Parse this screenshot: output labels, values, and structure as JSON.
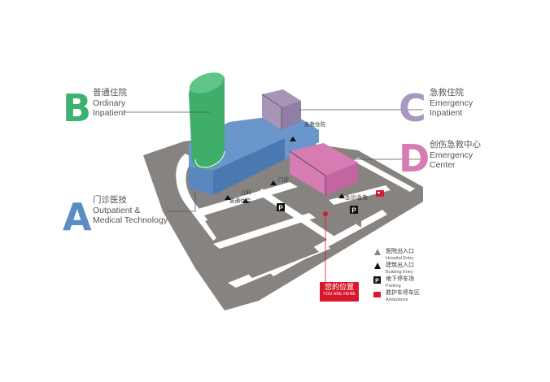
{
  "colors": {
    "ground": "#878380",
    "road": "#ffffff",
    "outpatient": "#6a96cc",
    "inpatient": "#3fae6a",
    "emergency_inpatient": "#a795b7",
    "emergency_center": "#d77bb3",
    "marker": "#d7192d",
    "letter_a": "#5a8cc5",
    "letter_b": "#3bb26d",
    "letter_c": "#a898bd",
    "letter_d": "#d77bb3"
  },
  "zones": {
    "a": {
      "letter": "A",
      "zh": "门诊医技",
      "en1": "Outpatient &",
      "en2": "Medical Technology"
    },
    "b": {
      "letter": "B",
      "zh": "普通住院",
      "en1": "Ordinary",
      "en2": "Inpatient"
    },
    "c": {
      "letter": "C",
      "zh": "急救住院",
      "en1": "Emergency",
      "en2": "Inpatient"
    },
    "d": {
      "letter": "D",
      "zh": "创伤急救中心",
      "en1": "Emergency",
      "en2": "Center"
    }
  },
  "map_labels": {
    "emergency_inpatient": "急救住院",
    "pediatrics": "儿科",
    "ordinary_inpatient": "普通住院",
    "clinic": "门诊",
    "emergency": "急诊\\急救"
  },
  "you_are_here": {
    "zh": "您的位置",
    "en": "YOU ARE HERE"
  },
  "legend": [
    {
      "icon": "hospital-entry-icon",
      "zh": "医院出入口",
      "en": "Hospital Entry"
    },
    {
      "icon": "building-entry-icon",
      "zh": "建筑出入口",
      "en": "Building Entry"
    },
    {
      "icon": "parking-icon",
      "zh": "地下停车场",
      "en": "Parking"
    },
    {
      "icon": "ambulance-icon",
      "zh": "救护车停车区",
      "en": "Ambulance"
    }
  ]
}
